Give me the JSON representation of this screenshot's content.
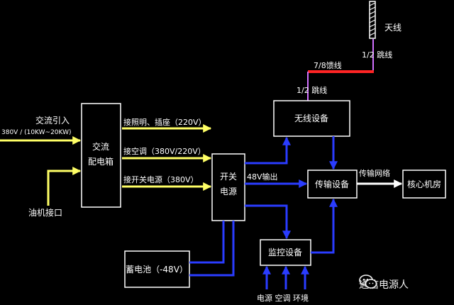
{
  "boxes": {
    "ac_box": [
      "交流",
      "配电箱"
    ],
    "switch": [
      "开关",
      "电源"
    ],
    "wireless": "无线设备",
    "transport": "传输设备",
    "core": "核心机房",
    "battery": "蓄电池（-48V）",
    "monitor": "监控设备"
  },
  "labels": {
    "ac_in": "交流引入",
    "ac_spec": "380V / (10KW~20KW)",
    "oil_port": "油机接口",
    "lighting": "接照明、插座（220V）",
    "aircon": "接空调（380V/220V）",
    "switch_ps": "接开关电源（380V）",
    "output_48v": "48V输出",
    "transport_net": "传输网络",
    "antenna": "天线",
    "jumper_top": "1/2 跳线",
    "feeder": "7/8馈线",
    "jumper_mid": "1/2 跳线",
    "bottom_inputs": "电源 空调 环境"
  },
  "watermark": {
    "text": "通信电源人",
    "icon": "wechat-logo-icon"
  },
  "colors": {
    "box_border": "#ffffff",
    "ac_arrow": "#ffff66",
    "dc_arrow": "#2a3cff",
    "feeder": "#ff2424",
    "jumper": "#d070ff",
    "core_arrow": "#ffffff",
    "text": "#ffffff"
  }
}
